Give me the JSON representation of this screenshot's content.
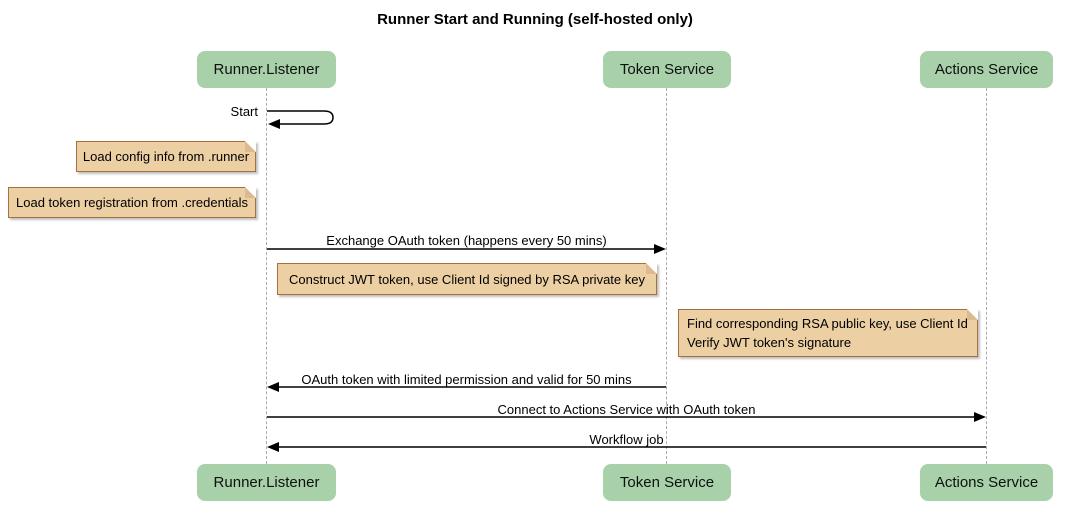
{
  "diagram": {
    "type": "sequence",
    "title": "Runner Start and Running (self-hosted only)"
  },
  "participants": [
    {
      "name": "Runner.Listener"
    },
    {
      "name": "Token Service"
    },
    {
      "name": "Actions Service"
    }
  ],
  "messages": [
    {
      "label": "Start",
      "from": "Runner.Listener",
      "to": "Runner.Listener",
      "type": "self"
    },
    {
      "label": "Exchange OAuth token (happens every 50 mins)",
      "from": "Runner.Listener",
      "to": "Token Service",
      "type": "solid-arrow"
    },
    {
      "label": "OAuth token with limited permission and valid for 50 mins",
      "from": "Token Service",
      "to": "Runner.Listener",
      "type": "solid-arrow"
    },
    {
      "label": "Connect to Actions Service with OAuth token",
      "from": "Runner.Listener",
      "to": "Actions Service",
      "type": "solid-arrow"
    },
    {
      "label": "Workflow job",
      "from": "Actions Service",
      "to": "Runner.Listener",
      "type": "solid-arrow"
    }
  ],
  "notes": [
    {
      "text": "Load config info from .runner",
      "position": "left of Runner.Listener"
    },
    {
      "text": "Load token registration from .credentials",
      "position": "left of Runner.Listener"
    },
    {
      "text": "Construct JWT token, use Client Id signed by RSA private key",
      "position": "right of Runner.Listener"
    },
    {
      "lines": [
        "Find corresponding RSA public key, use Client Id",
        "Verify JWT token's signature"
      ],
      "position": "right of Token Service"
    }
  ],
  "colors": {
    "participant_fill": "#A8D1AA",
    "note_fill": "#EDCFA4",
    "note_border": "#A5713D",
    "lifeline": "#ABABAB",
    "arrow": "#000000"
  }
}
